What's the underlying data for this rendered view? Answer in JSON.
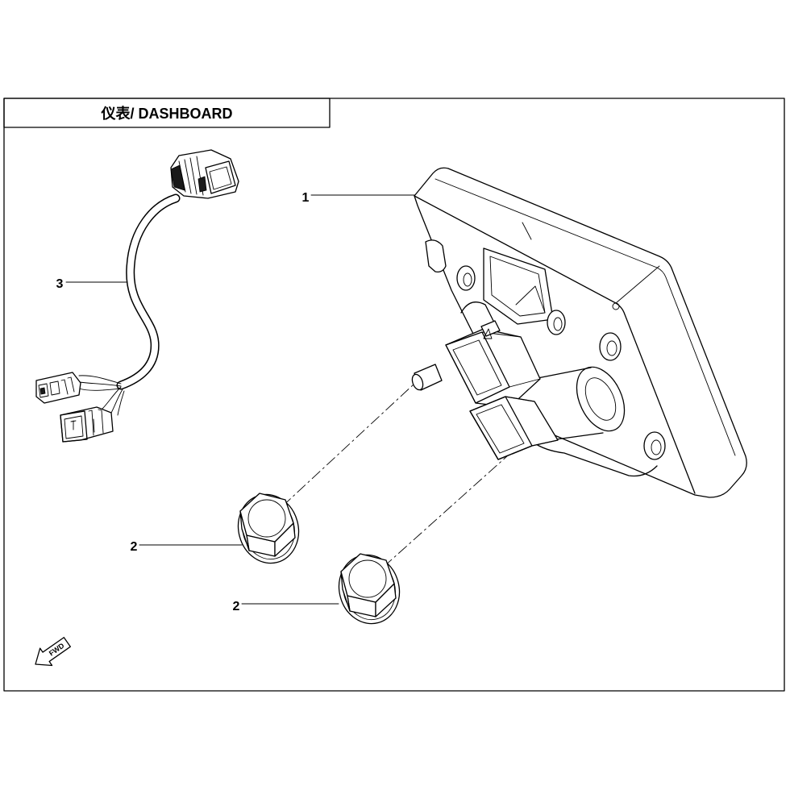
{
  "title": "仪表/ DASHBOARD",
  "callouts": {
    "part_1": "1",
    "part_2_upper": "2",
    "part_2_lower": "2",
    "part_3": "3"
  },
  "fwd_label": "FWD",
  "colors": {
    "line": "#000000",
    "background": "#ffffff"
  }
}
